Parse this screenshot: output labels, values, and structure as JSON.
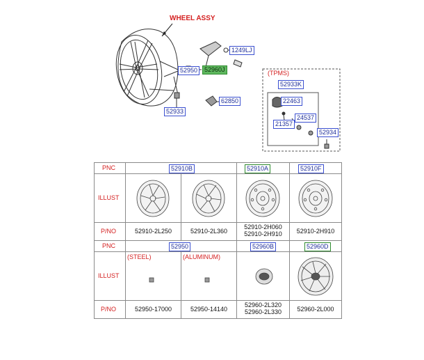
{
  "diagram": {
    "title": "WHEEL ASSY",
    "tpms_label": "(TPMS)",
    "callouts": {
      "c52950": "52950",
      "c52960j": "52960J",
      "c1249lj": "1249LJ",
      "c52933": "52933",
      "c62850": "62850",
      "c52933k": "52933K",
      "c22463": "22463",
      "c24537": "24537",
      "c21357": "21357",
      "c52934": "52934"
    }
  },
  "table": {
    "row1": {
      "pnc_label": "PNC",
      "illust_label": "ILLUST",
      "pno_label": "P/NO",
      "pnc": [
        "52910B",
        "52910A",
        "52910F"
      ],
      "pno": [
        "52910-2L250",
        "52910-2L360",
        "52910-2H060",
        "52910-2H910",
        "52910-2H910"
      ]
    },
    "row2": {
      "pnc_label": "PNC",
      "illust_label": "ILLUST",
      "pno_label": "P/NO",
      "pnc": [
        "52950",
        "52960B",
        "52960D"
      ],
      "steel": "(STEEL)",
      "aluminum": "(ALUMINUM)",
      "pno": [
        "52950-17000",
        "52950-14140",
        "52960-2L320",
        "52960-2L330",
        "52960-2L000"
      ]
    }
  },
  "colors": {
    "accent_red": "#d42020",
    "label_blue": "#3a4fd0",
    "label_green": "#2e8b2e"
  }
}
